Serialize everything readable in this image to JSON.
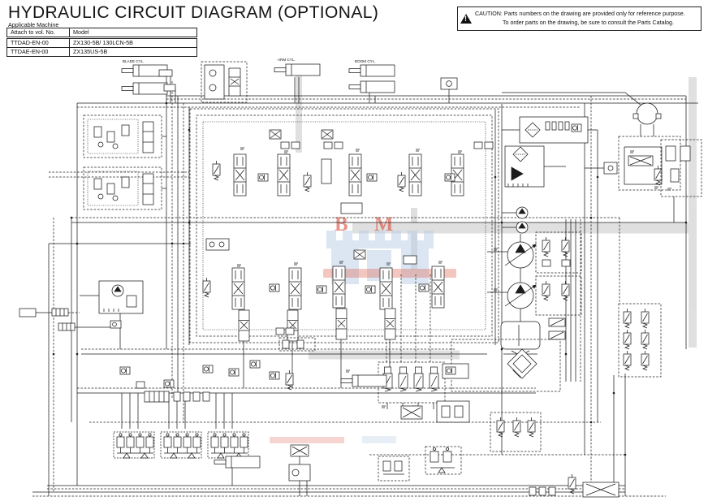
{
  "page": {
    "title": "HYDRAULIC CIRCUIT DIAGRAM (OPTIONAL)"
  },
  "machine_table": {
    "caption": "Applicable Machine",
    "col_headers": [
      "Attach to vol. No.",
      "Model"
    ],
    "rows": [
      {
        "vol_no": "TTDAD-EN-00",
        "model": "ZX130-5B/ 130LCN-5B"
      },
      {
        "vol_no": "TTDAE-EN-00",
        "model": "ZX135US-5B"
      }
    ]
  },
  "caution": {
    "title": "CAUTION:",
    "line1": "Parts numbers on the drawing are provided only for reference purpose.",
    "line2": "To order parts on the drawing, be sure to consult the Parts Catalog.",
    "icon": "warning-triangle-icon"
  },
  "diagram": {
    "labels": {
      "blade_cyl": "BLADE CYL.",
      "arm_cyl": "ARM CYL.",
      "boom_cyl": "BOOM CYL."
    },
    "line_color": "#1c1c1c"
  },
  "watermark": {
    "letters": "B M",
    "blue": "#b9cfe6",
    "red": "#d9503f"
  }
}
